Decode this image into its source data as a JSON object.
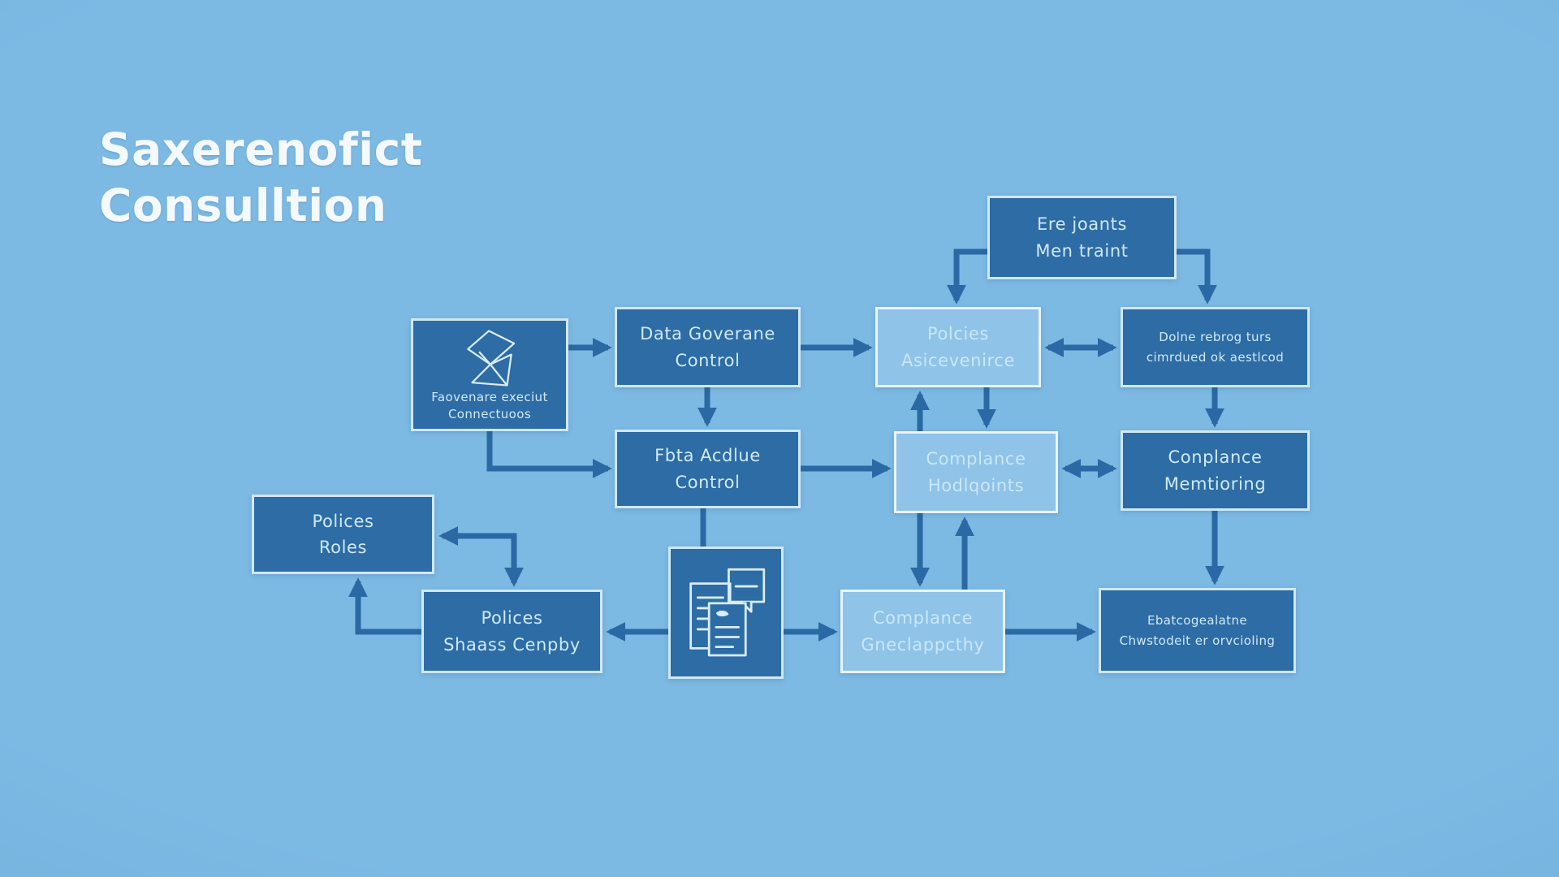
{
  "title": {
    "line1": "Saxerenofict",
    "line2": "Consulltion"
  },
  "nodes": {
    "ere_joants": {
      "line1": "Ere joants",
      "line2": "Men traint"
    },
    "faovenare": {
      "line1": "Faovenare execiut",
      "line2": "Connectuoos",
      "icon": "origami-document-icon"
    },
    "data_goverane": {
      "line1": "Data Goverane",
      "line2": "Control"
    },
    "polcies_asicevenirce": {
      "line1": "Polcies",
      "line2": "Asicevenirce"
    },
    "dolne_rebrog": {
      "line1": "Dolne rebrog turs",
      "line2": "cimrdued ok aestlcod"
    },
    "fbta_acdlue": {
      "line1": "Fbta Acdlue",
      "line2": "Control"
    },
    "complance_hodlqoints": {
      "line1": "Complance",
      "line2": "Hodlqoints"
    },
    "conplance_memtioring": {
      "line1": "Conplance",
      "line2": "Memtioring"
    },
    "polices_roles": {
      "line1": "Polices",
      "line2": "Roles"
    },
    "polices_shaass": {
      "line1": "Polices",
      "line2": "Shaass Cenpby"
    },
    "documents_node": {
      "icon": "documents-speech-bubble-icon"
    },
    "complance_gneclappcthy": {
      "line1": "Complance",
      "line2": "Gneclappcthy"
    },
    "ebatcogealatne": {
      "line1": "Ebatcogealatne",
      "line2": "Chwstodeit er orvcioling"
    }
  },
  "colors": {
    "background": "#79b6e0",
    "node_fill_dark": "#2d6ca4",
    "node_fill_light": "#8fc3e7",
    "node_border": "#d9edf9",
    "arrow": "#2a69a4",
    "title_text": "#f3f9fd",
    "node_text": "#cfe9fa"
  }
}
